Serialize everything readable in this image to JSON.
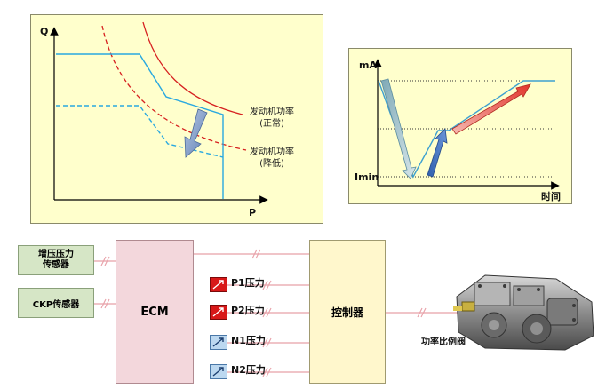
{
  "left_chart": {
    "y_axis_label": "Q",
    "x_axis_label": "P",
    "legend_normal": [
      "发动机功率",
      "(正常)"
    ],
    "legend_reduced": [
      "发动机功率",
      "(降低)"
    ],
    "colors": {
      "background": "#ffffcc",
      "solid": "#29a8e0",
      "dashed": "#29a8e0",
      "engine": "#d62020",
      "arrow": "#7a93c0"
    }
  },
  "right_chart": {
    "y_axis_label": "mA",
    "x_axis_label": "时间",
    "min_label": "Imin",
    "colors": {
      "background": "#ffffcc",
      "line": "#3da0d0",
      "arrow_down": "#a7c4cc",
      "arrow_up_blue": "#3e72c0",
      "arrow_up_red": "#e8453c"
    }
  },
  "block_diagram": {
    "sensor_boost": [
      "增压压力",
      "传感器"
    ],
    "sensor_ckp": "CKP传感器",
    "ecm": "ECM",
    "controller": "控制器",
    "signals": [
      {
        "label": "P1压力",
        "type": "red"
      },
      {
        "label": "P2压力",
        "type": "red"
      },
      {
        "label": "N1压力",
        "type": "blue"
      },
      {
        "label": "N2压力",
        "type": "blue"
      }
    ],
    "valve_label": "功率比例阀",
    "colors": {
      "sensor_fill": "#d6e6c6",
      "ecm_fill": "#f3d7dc",
      "controller_fill": "#fff7cc",
      "wire": "#e8a0a8"
    }
  }
}
